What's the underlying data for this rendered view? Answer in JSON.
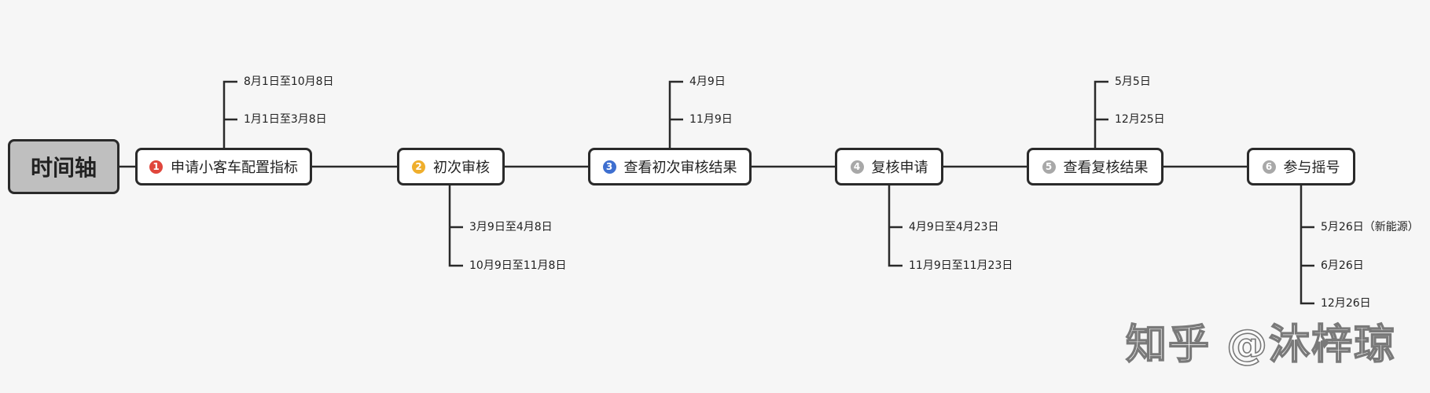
{
  "root": {
    "label": "时间轴"
  },
  "steps": [
    {
      "number": "1",
      "label": "申请小客车配置指标",
      "badge_color": "#e0463c",
      "dates": [
        "8月1日至10月8日",
        "1月1日至3月8日"
      ]
    },
    {
      "number": "2",
      "label": "初次审核",
      "badge_color": "#efae2c",
      "dates": [
        "3月9日至4月8日",
        "10月9日至11月8日"
      ]
    },
    {
      "number": "3",
      "label": "查看初次审核结果",
      "badge_color": "#3e6fd0",
      "dates": [
        "4月9日",
        "11月9日"
      ]
    },
    {
      "number": "4",
      "label": "复核申请",
      "badge_color": "#a8a8a8",
      "dates": [
        "4月9日至4月23日",
        "11月9日至11月23日"
      ]
    },
    {
      "number": "5",
      "label": "查看复核结果",
      "badge_color": "#a8a8a8",
      "dates": [
        "5月5日",
        "12月25日"
      ]
    },
    {
      "number": "6",
      "label": "参与摇号",
      "badge_color": "#a8a8a8",
      "dates": [
        "5月26日（新能源）",
        "6月26日",
        "12月26日"
      ]
    }
  ],
  "watermark": {
    "text": "知乎 @沐梓琼"
  },
  "colors": {
    "line": "#2a2a2a",
    "background": "#f6f6f6"
  }
}
